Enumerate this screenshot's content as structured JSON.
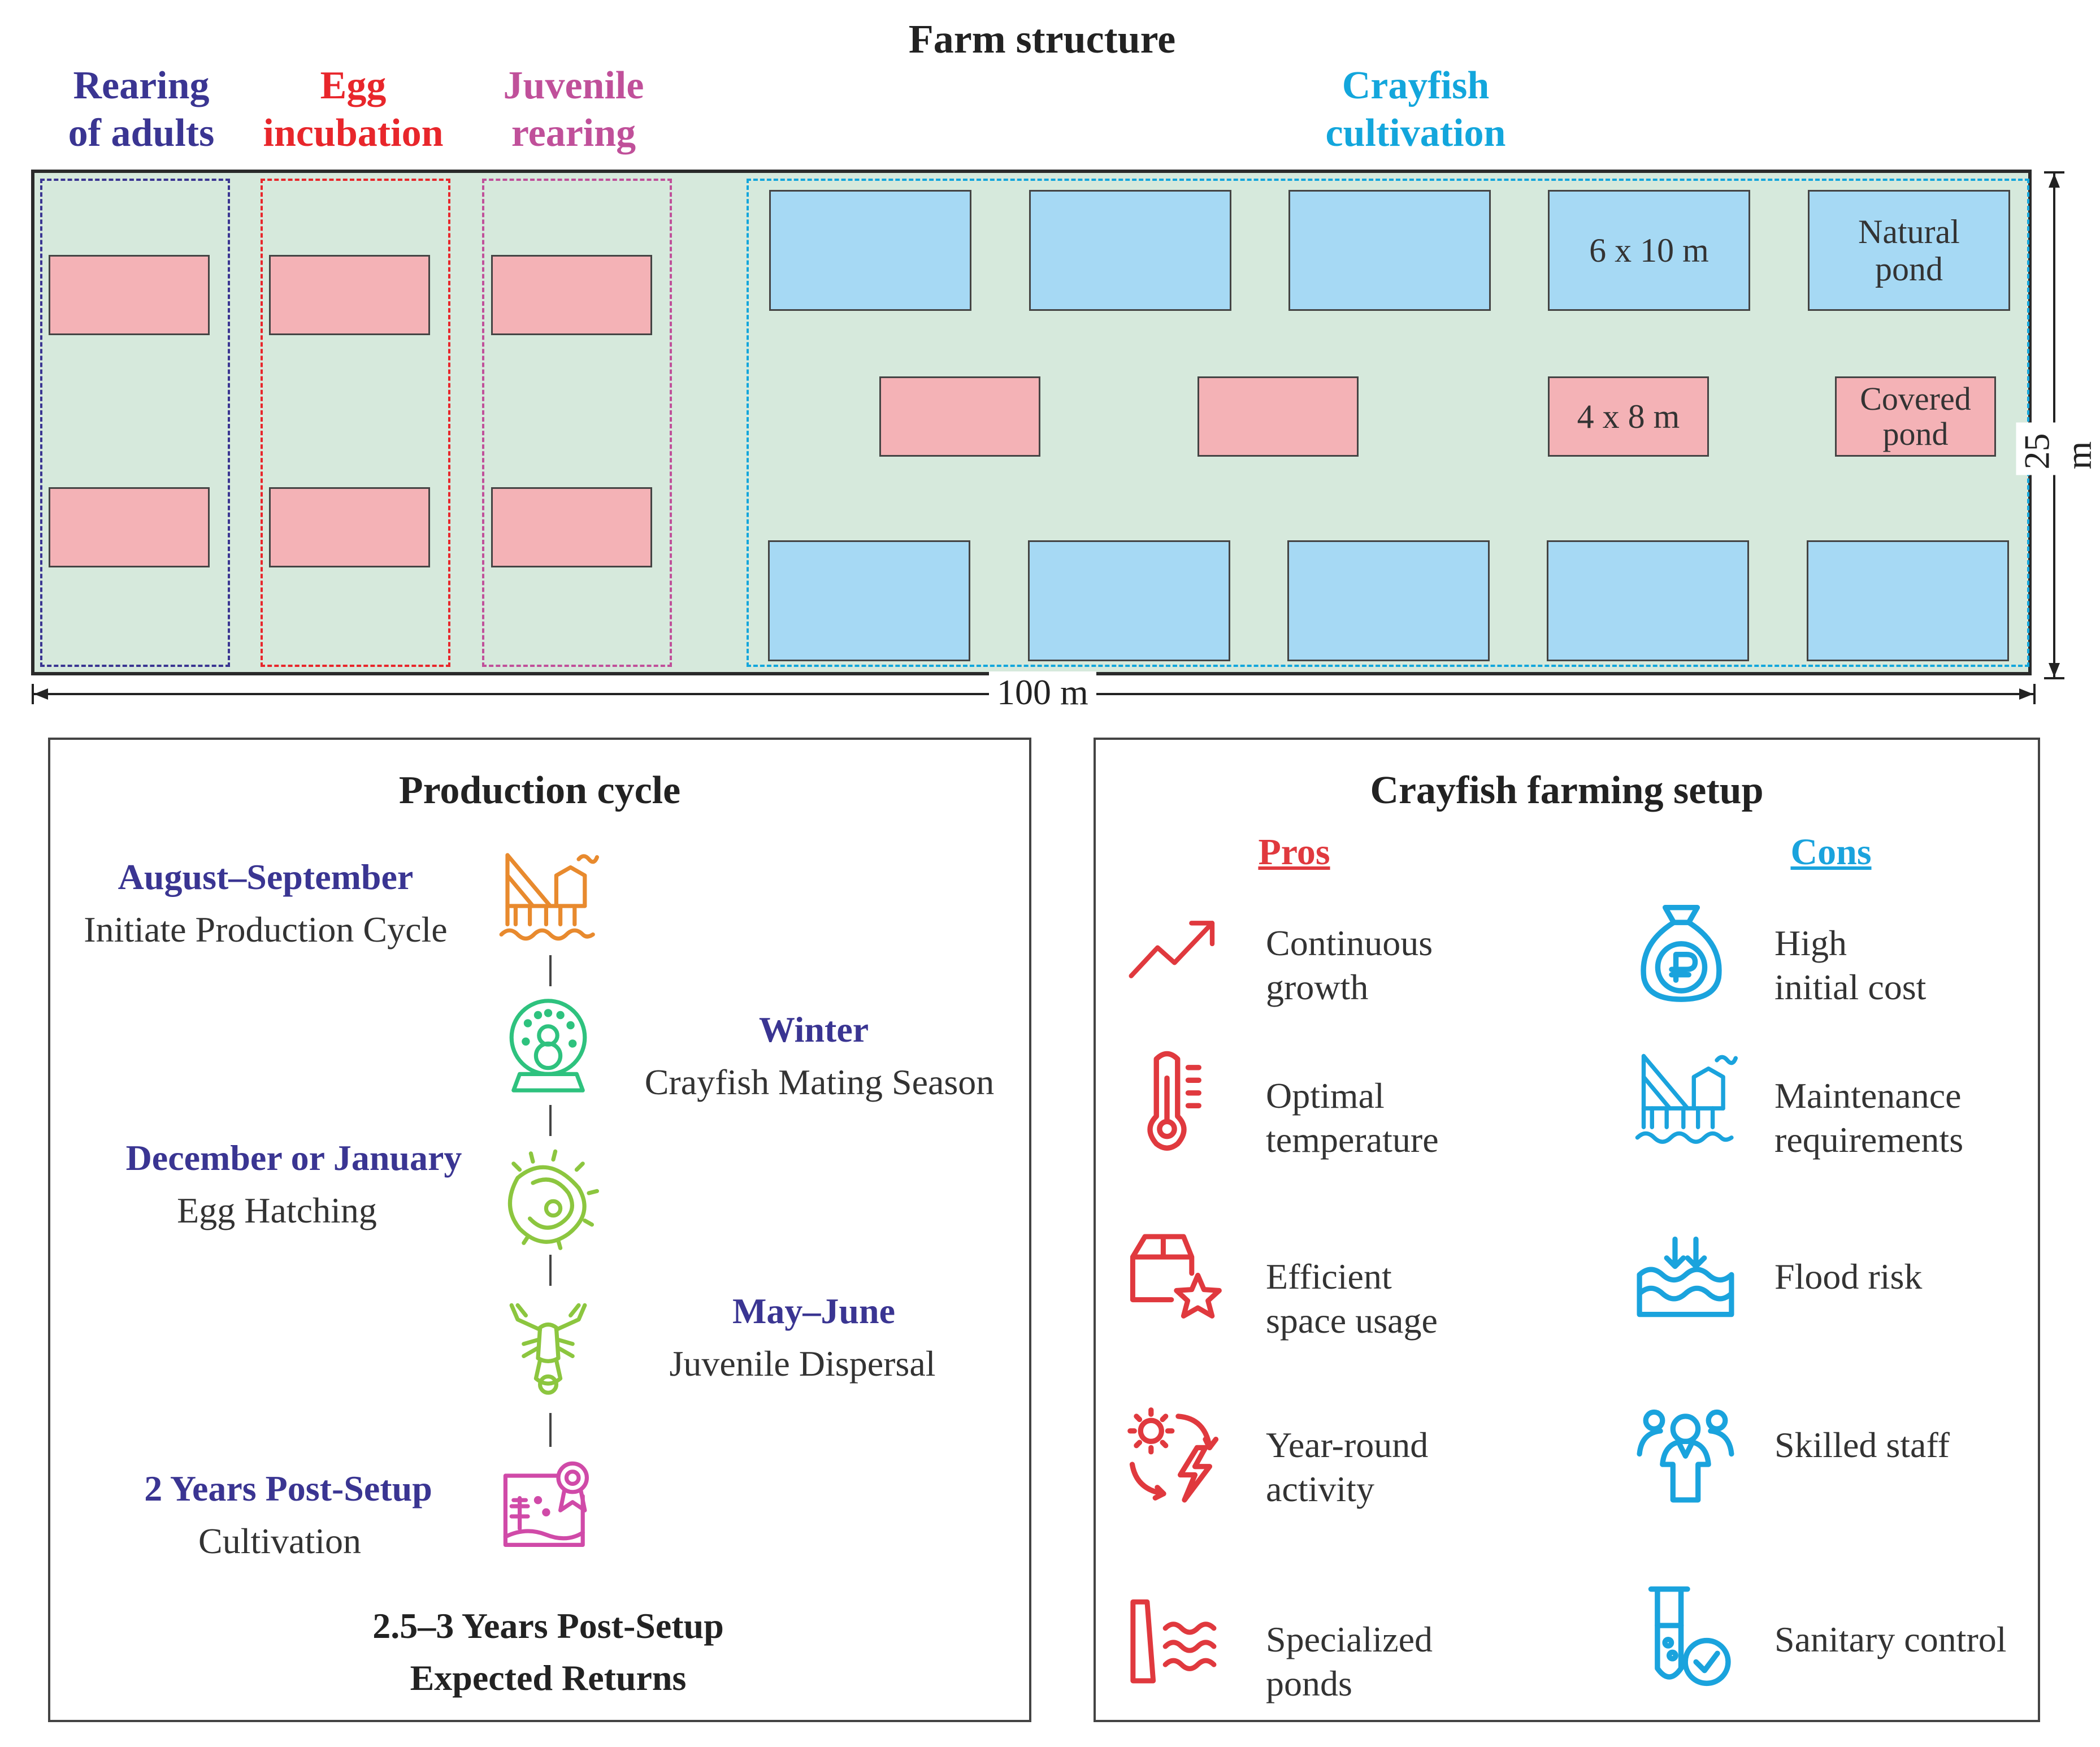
{
  "farm": {
    "title": "Farm structure",
    "sections": {
      "adults": "Rearing\nof adults",
      "egg": "Egg\nincubation",
      "juvenile": "Juvenile\nrearing",
      "crayfish": "Crayfish\ncultivation"
    },
    "pond_labels": {
      "natural": "Natural\npond",
      "size_blue": "6 x 10 m",
      "size_pink": "4 x 8 m",
      "covered": "Covered\npond"
    },
    "dimensions": {
      "length": "100 m",
      "width": "25 m"
    }
  },
  "colors": {
    "adults": "#3a3592",
    "egg": "#e8262b",
    "juvenile": "#c0509a",
    "crayfish": "#13a6dc",
    "pond_pink": "#f4b2b6",
    "pond_blue": "#a6d9f4",
    "farm_bg": "#d6e9dc",
    "pros": "#e0393e",
    "cons": "#1aa3dd"
  },
  "production": {
    "title": "Production cycle",
    "stages": [
      {
        "date": "August–September",
        "desc": "Initiate Production Cycle",
        "icon": "oil-rig-icon"
      },
      {
        "date": "Winter",
        "desc": "Crayfish Mating Season",
        "icon": "snow-globe-icon"
      },
      {
        "date": "December or January",
        "desc": "Egg Hatching",
        "icon": "egg-hatching-icon"
      },
      {
        "date": "May–June",
        "desc": "Juvenile Dispersal",
        "icon": "crayfish-icon"
      },
      {
        "date": "2 Years Post-Setup",
        "desc": "Cultivation",
        "icon": "certificate-icon"
      }
    ],
    "final": {
      "line1": "2.5–3 Years Post-Setup",
      "line2": "Expected Returns"
    }
  },
  "setup": {
    "title": "Crayfish farming setup",
    "pros_label": "Pros",
    "cons_label": "Cons",
    "pros": [
      {
        "text": "Continuous\ngrowth",
        "icon": "trend-up-icon"
      },
      {
        "text": "Optimal\ntemperature",
        "icon": "thermometer-icon"
      },
      {
        "text": "Efficient\nspace usage",
        "icon": "box-star-icon"
      },
      {
        "text": "Year-round\nactivity",
        "icon": "sun-energy-icon"
      },
      {
        "text": "Specialized\nponds",
        "icon": "dam-water-icon"
      }
    ],
    "cons": [
      {
        "text": "High\ninitial cost",
        "icon": "money-bag-icon"
      },
      {
        "text": "Maintenance\nrequirements",
        "icon": "oil-rig-icon"
      },
      {
        "text": "Flood risk",
        "icon": "flood-icon"
      },
      {
        "text": "Skilled staff",
        "icon": "team-icon"
      },
      {
        "text": "Sanitary control",
        "icon": "test-tube-icon"
      }
    ]
  }
}
